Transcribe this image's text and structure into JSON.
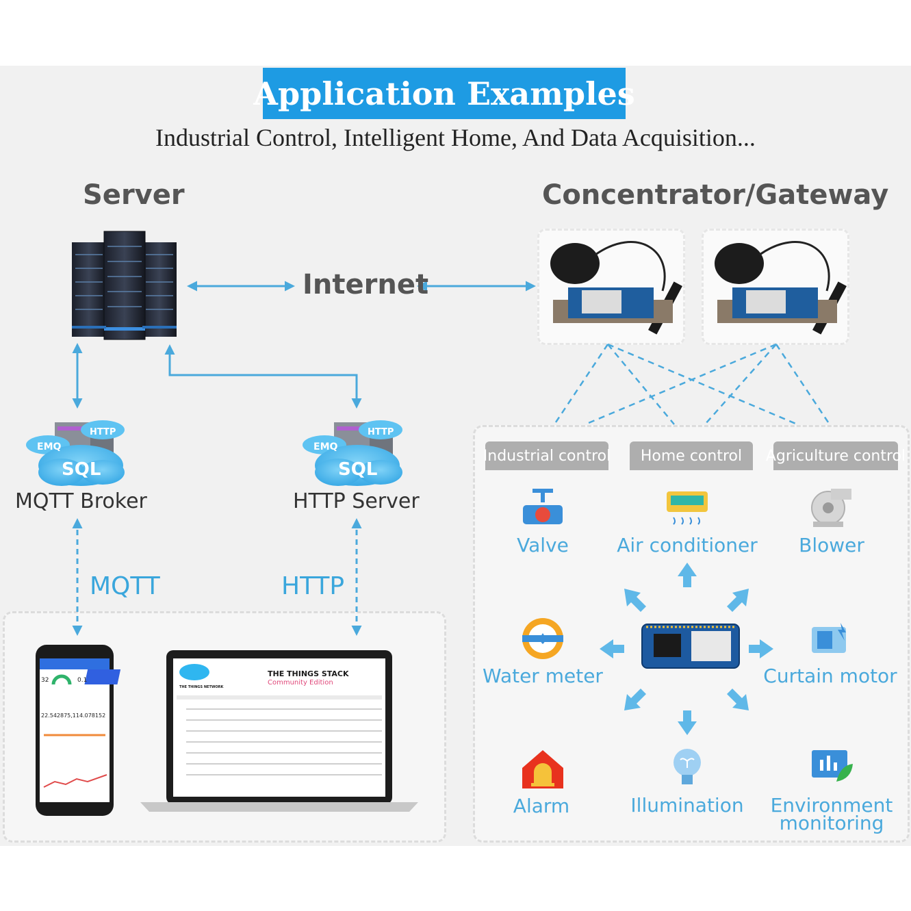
{
  "title": "Application Examples",
  "subtitle": "Industrial Control, Intelligent Home, And Data Acquisition...",
  "headings": {
    "server": "Server",
    "gateway": "Concentrator/Gateway"
  },
  "links": {
    "internet": "Internet",
    "mqtt": "MQTT",
    "http": "HTTP"
  },
  "nodes": {
    "mqtt_broker": "MQTT Broker",
    "http_server": "HTTP Server"
  },
  "cloud_icon": {
    "emq": "EMQ",
    "http": "HTTP",
    "sql": "SQL"
  },
  "tabs": [
    "Industrial control",
    "Home control",
    "Agriculture control"
  ],
  "devices": {
    "valve": "Valve",
    "air_conditioner": "Air conditioner",
    "blower": "Blower",
    "water_meter": "Water meter",
    "curtain_motor": "Curtain motor",
    "alarm": "Alarm",
    "illumination": "Illumination",
    "environment_1": "Environment",
    "environment_2": "monitoring"
  },
  "laptop": {
    "brand_line1": "THE THINGS STACK",
    "brand_line2": "Community Edition",
    "ttn_logo": "THE THINGS NETWORK"
  },
  "phone": {
    "reading_1": "22.542875,114.078152",
    "reading_2": "32",
    "reading_3": "0.1"
  },
  "colors": {
    "accent": "#1e9be3",
    "arrow": "#4aa9dc",
    "label_blue": "#3aa6dc"
  }
}
